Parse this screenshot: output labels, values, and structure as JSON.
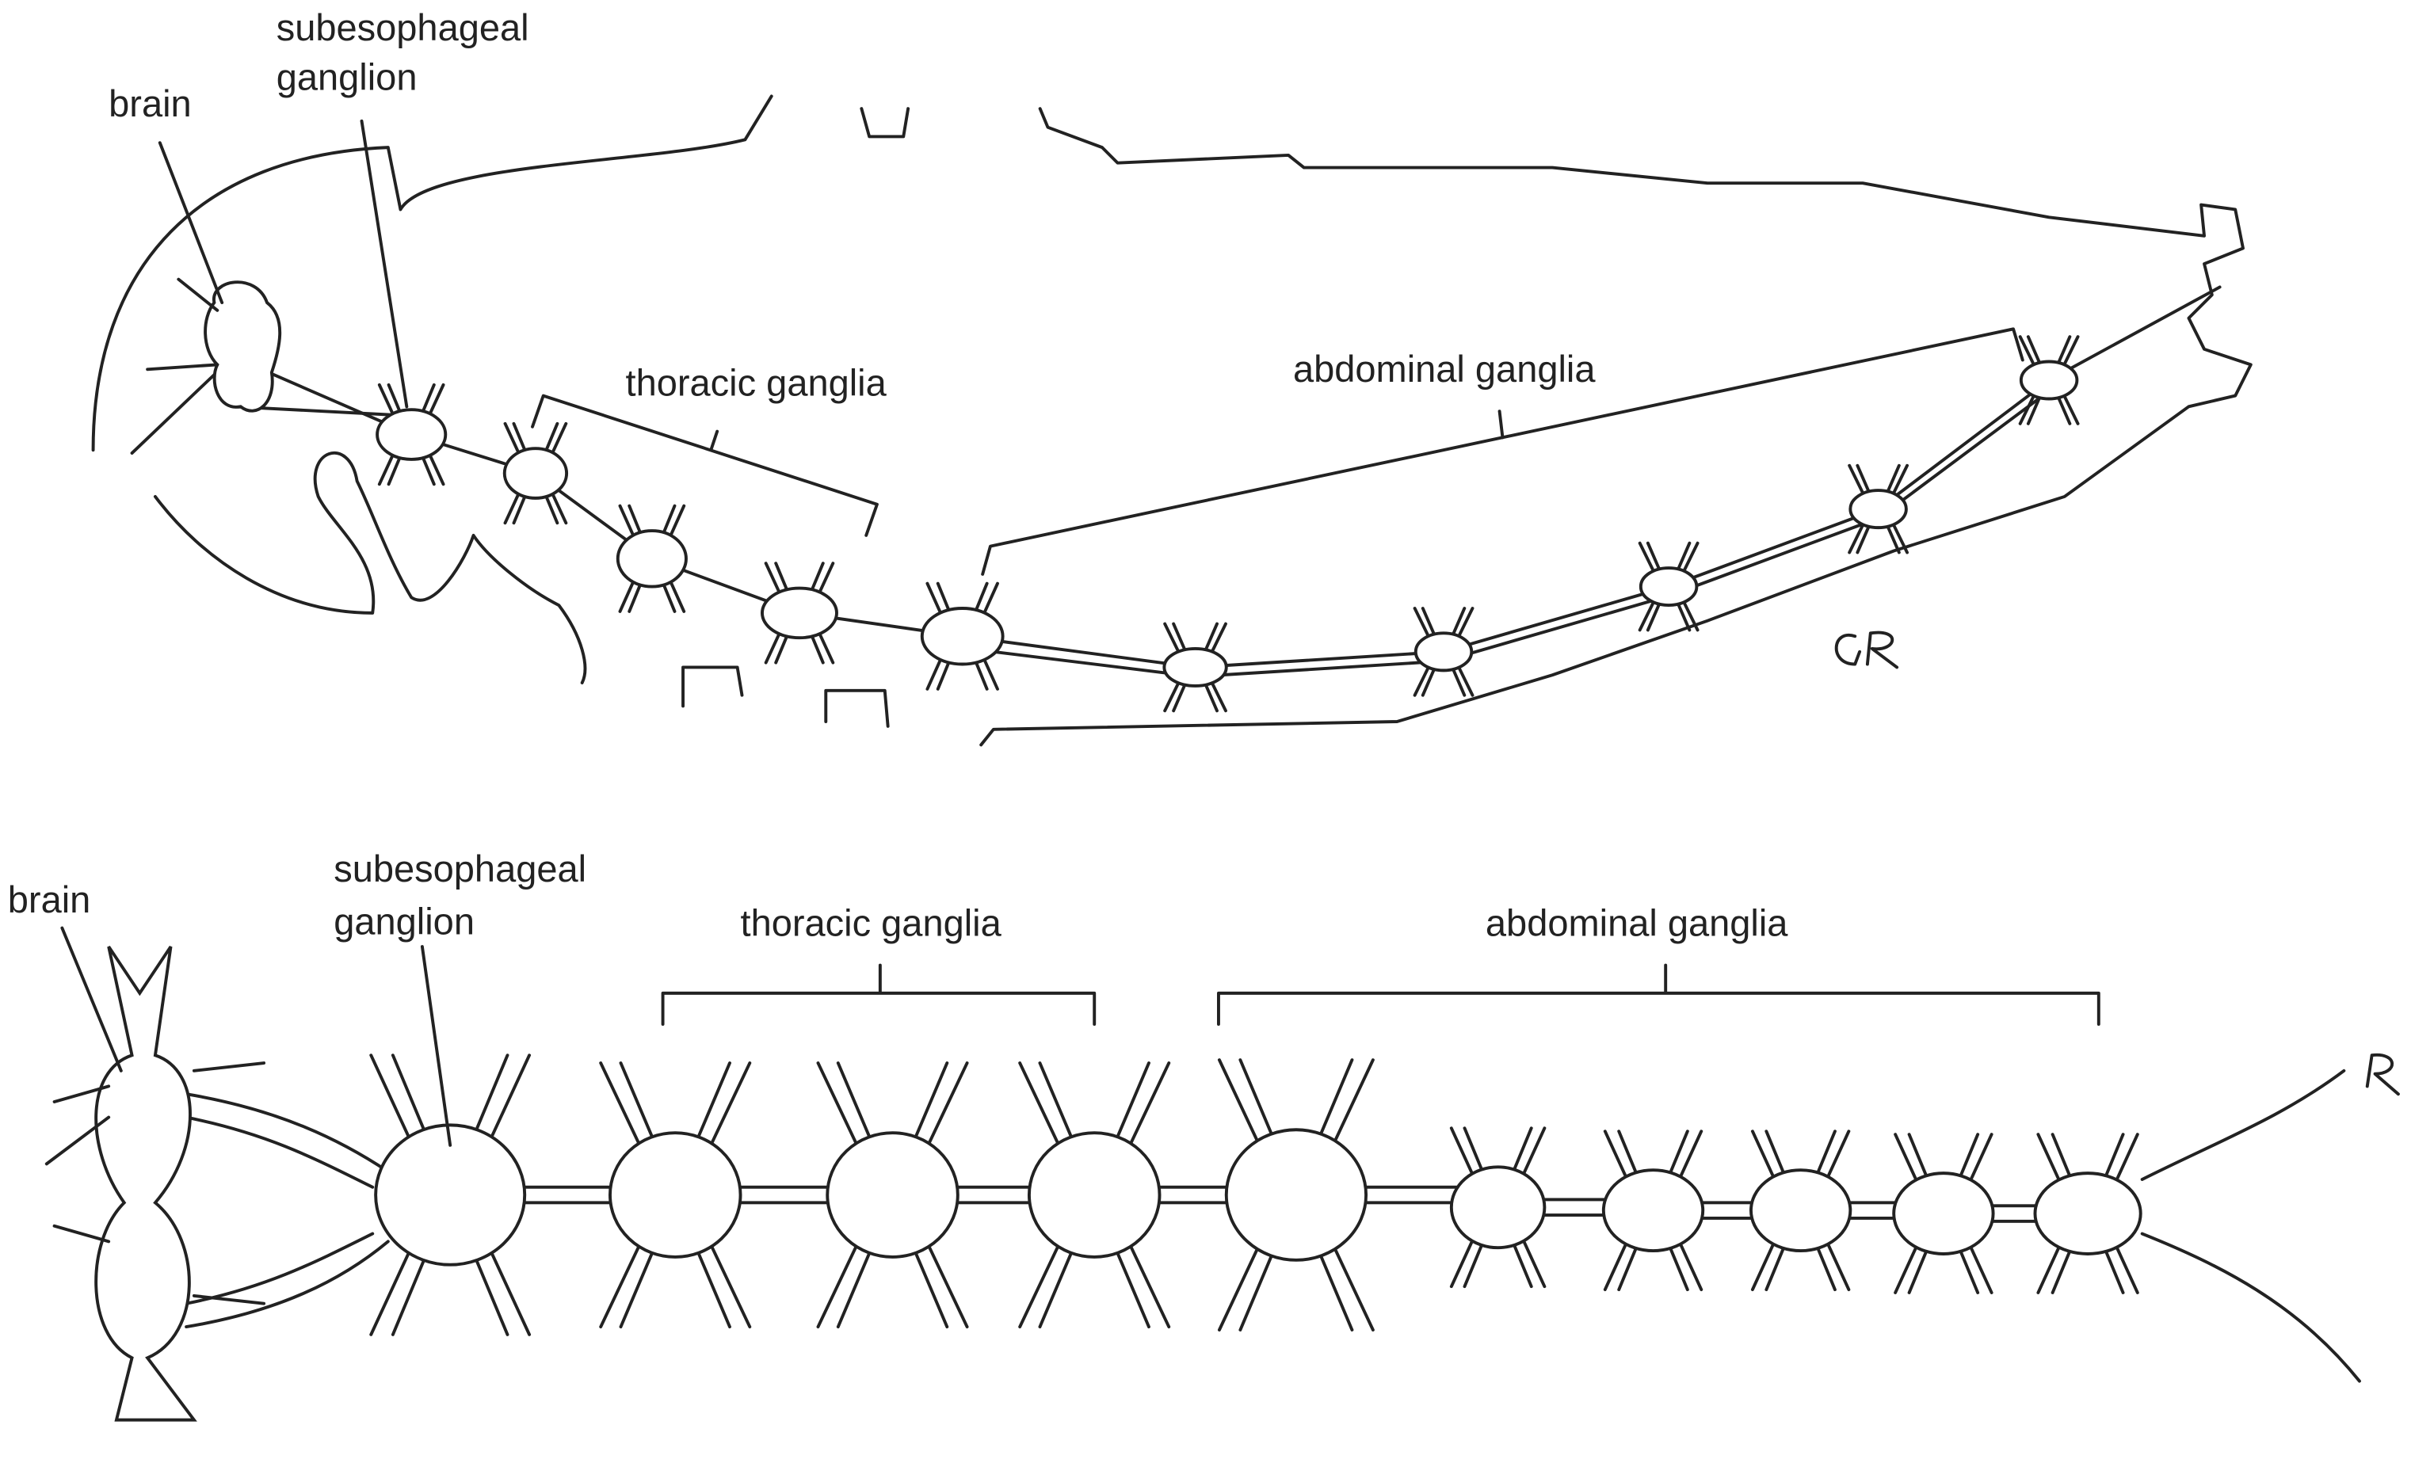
{
  "lateral_view": {
    "labels": {
      "brain": "brain",
      "subesophageal_line1": "subesophageal",
      "subesophageal_line2": "ganglion",
      "thoracic": "thoracic ganglia",
      "abdominal": "abdominal ganglia"
    },
    "signature": "GR"
  },
  "ventral_view": {
    "labels": {
      "brain": "brain",
      "subesophageal_line1": "subesophageal",
      "subesophageal_line2": "ganglion",
      "thoracic": "thoracic ganglia",
      "abdominal": "abdominal ganglia"
    },
    "signature": "R"
  },
  "colors": {
    "line": "#222222",
    "background": "#ffffff"
  }
}
